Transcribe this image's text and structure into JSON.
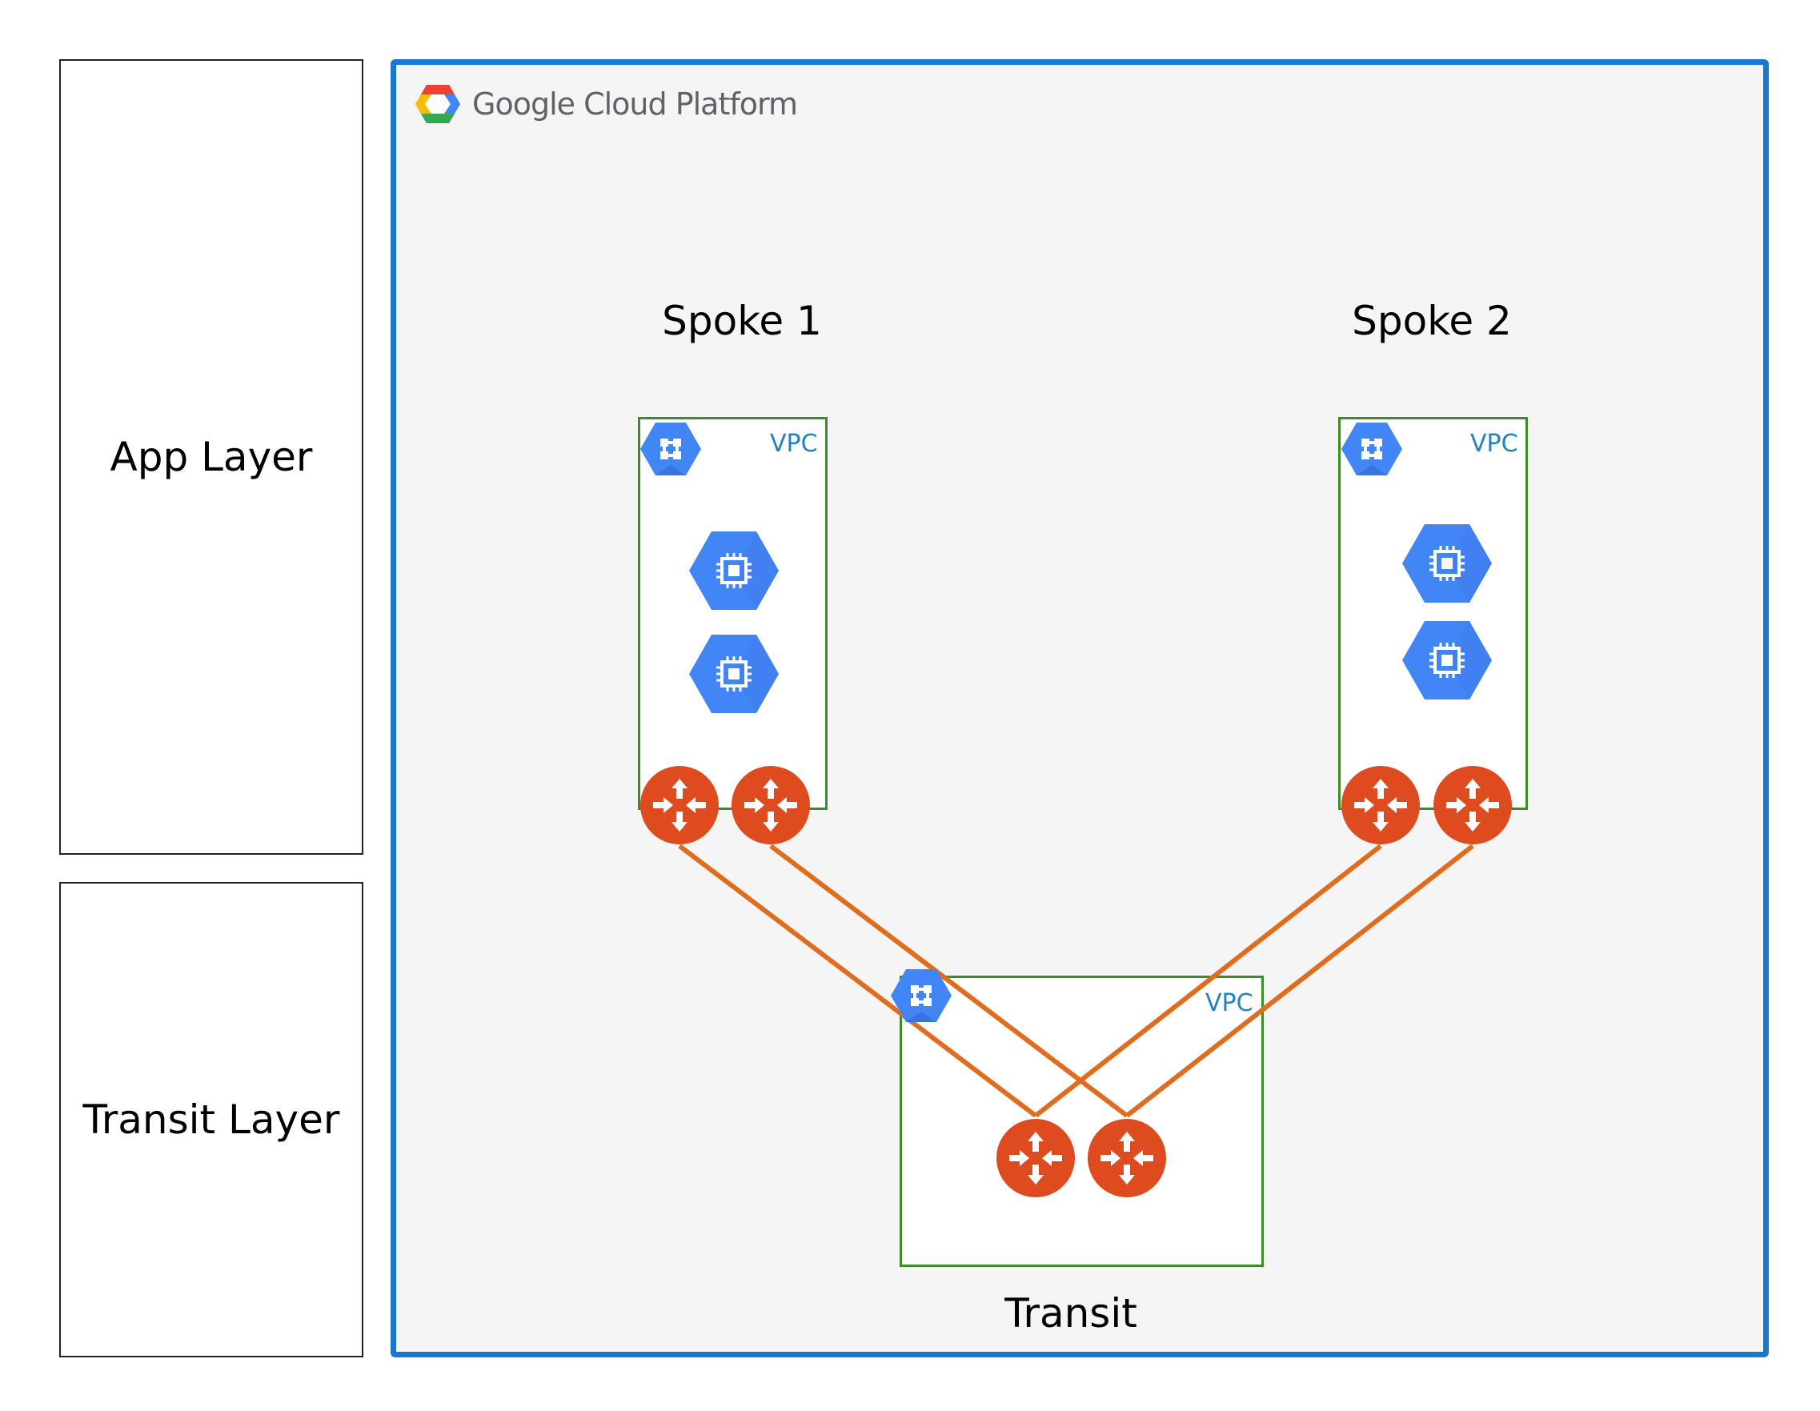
{
  "layers": {
    "app_layer_label": "App Layer",
    "transit_layer_label": "Transit Layer"
  },
  "platform": {
    "name": "Google Cloud Platform",
    "logo_icon": "google-cloud-hexagon-logo"
  },
  "groups": {
    "spoke1": {
      "label": "Spoke 1",
      "vpc_label": "VPC"
    },
    "spoke2": {
      "label": "Spoke 2",
      "vpc_label": "VPC"
    },
    "transit": {
      "label": "Transit",
      "vpc_label": "VPC"
    }
  },
  "icons": {
    "vpc": "vpc-network-icon",
    "compute": "compute-engine-icon",
    "router": "cloud-router-icon"
  },
  "colors": {
    "frame": "#1976d2",
    "vpc_border": "#3b8d25",
    "vpc_text": "#1f83c6",
    "gcp_blue": "#4285f4",
    "router": "#dd4b1e",
    "link": "#e06d1e"
  }
}
